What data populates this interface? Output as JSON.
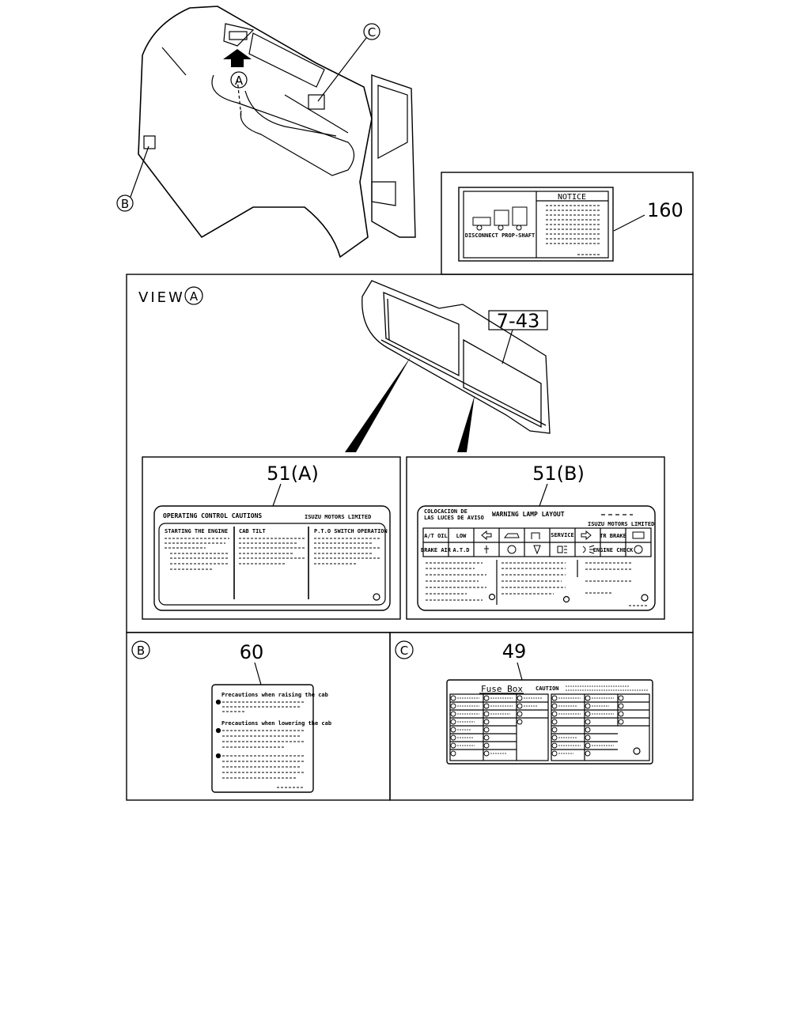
{
  "callouts": {
    "a": "A",
    "b": "B",
    "c": "C"
  },
  "part_numbers": {
    "p160": "160",
    "p7_43": "7-43",
    "p51a": "51(A)",
    "p51b": "51(B)",
    "p60": "60",
    "p49": "49"
  },
  "view_a_label": "VIEW",
  "label_160": {
    "title": "NOTICE",
    "caption": "DISCONNECT PROP-SHAFT"
  },
  "label_51a": {
    "title": "OPERATING CONTROL CAUTIONS",
    "company": "ISUZU MOTORS LIMITED",
    "col1": "STARTING THE ENGINE",
    "col2": "CAB TILT",
    "col3": "P.T.O SWITCH OPERATION"
  },
  "label_51b": {
    "title_es_1": "COLOCACION DE",
    "title_es_2": "LAS LUCES DE AVISO",
    "title": "WARNING LAMP LAYOUT",
    "company": "ISUZU MOTORS LIMITED",
    "row1": [
      "A/T OIL",
      "LOW",
      "",
      "",
      "",
      "SERVICE",
      "",
      "TR BRAKE",
      ""
    ],
    "row2": [
      "BRAKE AIR",
      "A.T.D",
      "",
      "",
      "",
      "",
      "",
      "ENGINE CHECK",
      ""
    ]
  },
  "label_60": {
    "line1": "Precautions when raising the cab",
    "line2": "Precautions when lowering the cab"
  },
  "label_49": {
    "title": "Fuse Box",
    "caution": "CAUTION"
  }
}
